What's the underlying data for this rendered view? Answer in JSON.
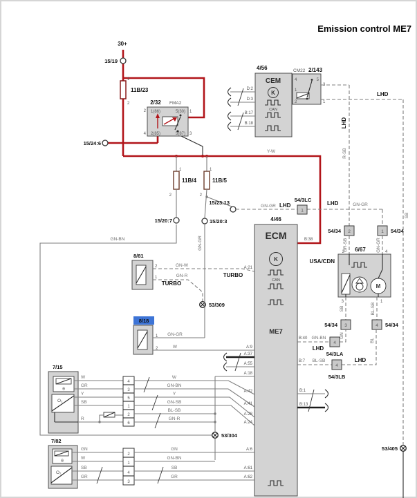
{
  "title": "Emission control ME7",
  "colors": {
    "accent_red": "#b11419",
    "wire_gray": "#7d7d7d",
    "box_fill": "#d3d3d3",
    "highlight_blue": "#3d74d6"
  },
  "num": {
    "1": "1",
    "2": "2",
    "3": "3",
    "4": "4",
    "5": "5",
    "6": "6"
  },
  "power": {
    "supply": "30+",
    "conn_15_19": "15/19",
    "conn_15_24_6": "15/24:6",
    "fuse": "11B/23"
  },
  "relay_2_32": {
    "id": "2/32",
    "name": "FMA2",
    "pin_86": "1(86)",
    "pin_30": "5(30)",
    "pin_85": "2(85)",
    "pin_87": "5(87)"
  },
  "cem": {
    "id": "4/56",
    "name": "CEM",
    "k": "K",
    "can": "CAN",
    "pin_d2": "D:2",
    "pin_d3": "D:3",
    "pin_b17": "B:17",
    "pin_b18": "B:18"
  },
  "relay_2_143": {
    "tag": "CM22",
    "id": "2/143"
  },
  "fuses": {
    "f4": "11B/4",
    "f5": "11B/5"
  },
  "conns": {
    "c_15_20_7": "15/20:7",
    "c_15_20_3": "15/20:3",
    "c_15_23_13": "15/23:13"
  },
  "ecm": {
    "id": "4/46",
    "name": "ECM",
    "k": "K",
    "can": "CAN",
    "me7": "ME7",
    "a21": "A:21",
    "a9": "A:9",
    "a37": "A:37",
    "a55": "A:55",
    "a18": "A:18",
    "a42": "A:42",
    "a41": "A:41",
    "a28": "A:28",
    "a24": "A:24",
    "a6": "A:6",
    "a61": "A:61",
    "a62": "A:62",
    "b38": "B:38",
    "b40": "B:40",
    "b7": "B:7",
    "b1": "B:1",
    "b13": "B:13"
  },
  "comp_8_81": {
    "id": "8/81"
  },
  "comp_8_18": {
    "id": "8/18"
  },
  "comp_6_67": {
    "id": "6/67",
    "region": "USA/CDN",
    "motor": "M"
  },
  "sensor_7_15": {
    "id": "7/15",
    "theta": "θ",
    "o2": "O₂"
  },
  "sensor_7_82": {
    "id": "7/82",
    "theta": "θ",
    "o2": "O₂"
  },
  "grounds": {
    "g309": "53/309",
    "g304": "53/304",
    "g405": "53/405"
  },
  "splices": {
    "lc": "54/3LC",
    "s5434": "54/34",
    "la": "54/3LA",
    "lb": "54/3LB"
  },
  "wires": {
    "yw": "Y-W",
    "gn_gr": "GN-GR",
    "gn_bn": "GN-BN",
    "gn_w": "GN-W",
    "gn_r": "GN-R",
    "gn_sb": "GN-SB",
    "bl_sb": "BL-SB",
    "r_sb": "R-SB",
    "gr_sb": "GR-SB",
    "sb": "SB",
    "gn": "GN",
    "bl": "BL",
    "w": "W",
    "gr": "GR",
    "y": "Y",
    "r": "R",
    "lhd": "LHD",
    "turbo": "TURBO"
  }
}
